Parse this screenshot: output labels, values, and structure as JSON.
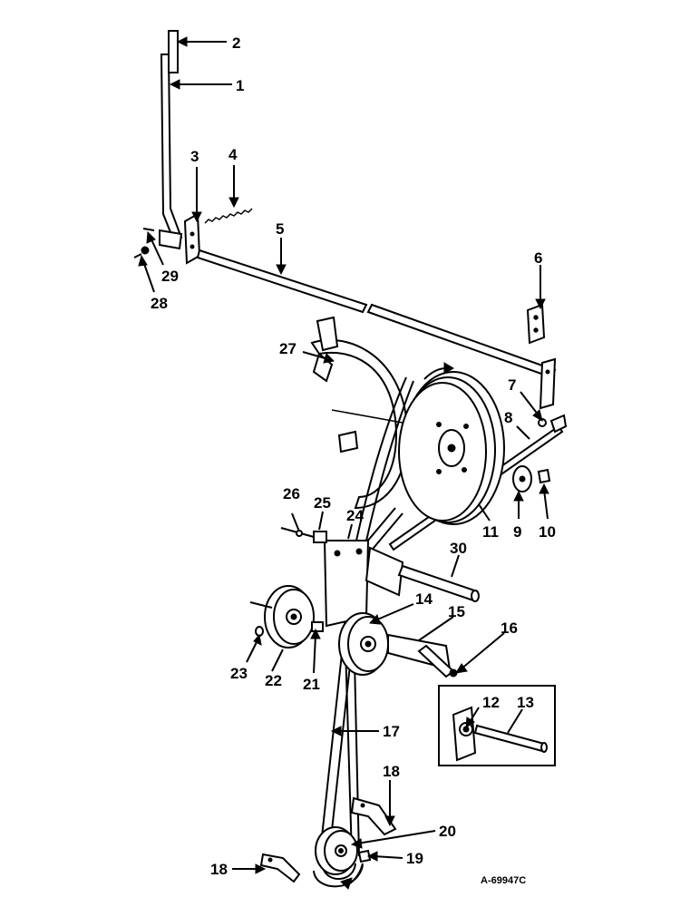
{
  "callouts": [
    {
      "label": "1"
    },
    {
      "label": "2"
    },
    {
      "label": "3"
    },
    {
      "label": "4"
    },
    {
      "label": "5"
    },
    {
      "label": "6"
    },
    {
      "label": "7"
    },
    {
      "label": "8"
    },
    {
      "label": "9"
    },
    {
      "label": "10"
    },
    {
      "label": "11"
    },
    {
      "label": "12"
    },
    {
      "label": "13"
    },
    {
      "label": "14"
    },
    {
      "label": "15"
    },
    {
      "label": "16"
    },
    {
      "label": "17"
    },
    {
      "label": "18"
    },
    {
      "label": "18"
    },
    {
      "label": "19"
    },
    {
      "label": "20"
    },
    {
      "label": "21"
    },
    {
      "label": "22"
    },
    {
      "label": "23"
    },
    {
      "label": "24"
    },
    {
      "label": "25"
    },
    {
      "label": "26"
    },
    {
      "label": "27"
    },
    {
      "label": "28"
    },
    {
      "label": "29"
    },
    {
      "label": "30"
    }
  ],
  "reference_number": "A-69947C"
}
